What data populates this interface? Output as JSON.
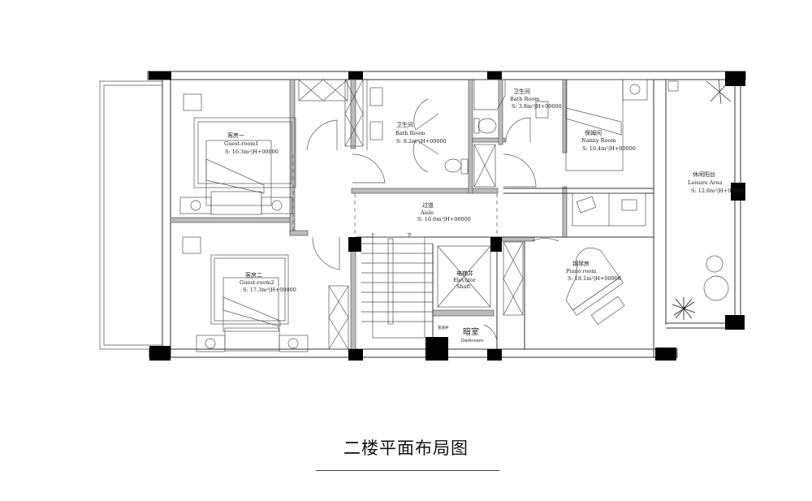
{
  "title": "二楼平面布局图",
  "rooms": {
    "guest1": {
      "cn": "客房一",
      "en": "Guest-room1",
      "area": "S: 16.3m²|H+00000"
    },
    "bath1": {
      "cn": "卫生间",
      "en": "Bath Room",
      "area": "S: 8.2m²|H+00000"
    },
    "bath2": {
      "cn": "卫生间",
      "en": "Bath Room",
      "area": "S: 3.8m²|H+00000"
    },
    "nanny": {
      "cn": "保姆间",
      "en": "Nanny Room",
      "area": "S: 10.4m²|H+00000"
    },
    "leisure": {
      "cn": "休闲阳台",
      "en": "Leisure Area",
      "area": "S: 12.6m²|H+00000"
    },
    "aisle": {
      "cn": "过道",
      "en": "Aisle",
      "area": "S: 10.6m²|H+00000"
    },
    "guest2": {
      "cn": "客房二",
      "en": "Guest-room2",
      "area": "S: 17.3m²|H+00000"
    },
    "elevator": {
      "cn": "电梯井",
      "en1": "Elevator",
      "en2": "Shaft"
    },
    "piano": {
      "cn": "钢琴房",
      "en": "Piano room",
      "area": "S: 18.1m²|H+00000"
    },
    "darkroom": {
      "cn": "暗室",
      "en": "Darkroom"
    },
    "pipe": {
      "cn": "管道井"
    }
  },
  "stairs": {
    "up": "上",
    "down": "下"
  }
}
